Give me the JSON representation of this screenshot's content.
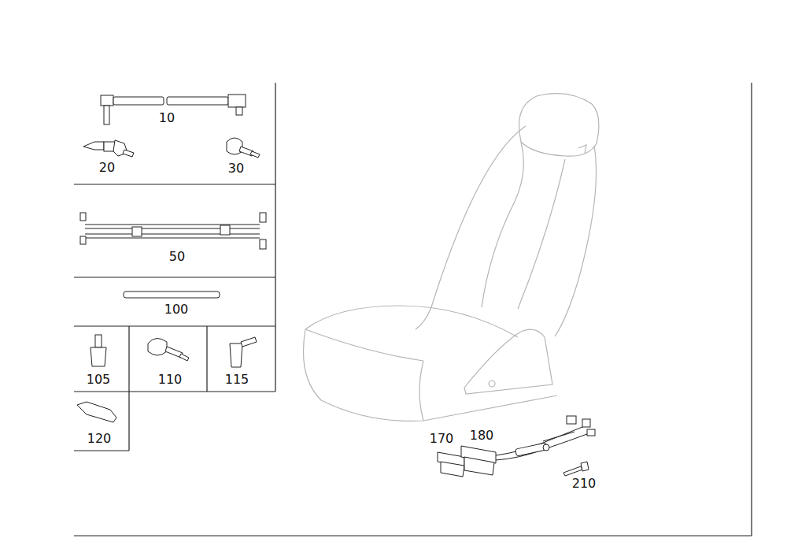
{
  "diagram": {
    "labels": [
      "10",
      "20",
      "30",
      "50",
      "100",
      "105",
      "110",
      "115",
      "120",
      "170",
      "180",
      "210"
    ]
  }
}
